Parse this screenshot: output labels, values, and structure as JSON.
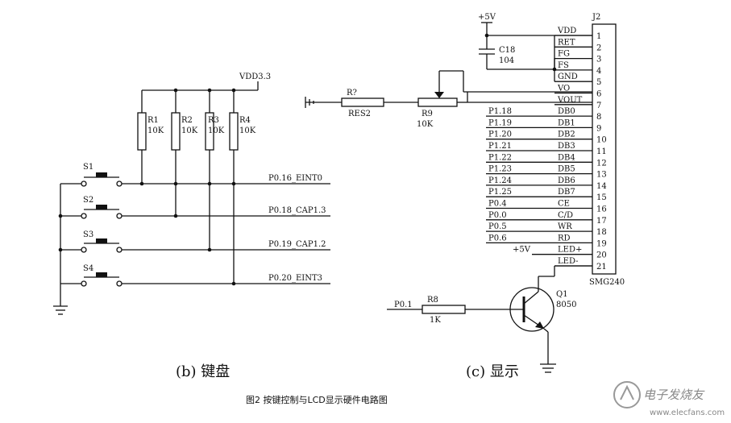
{
  "keyboard": {
    "supply": "VDD3.3",
    "resistors": [
      {
        "ref": "R1",
        "value": "10K"
      },
      {
        "ref": "R2",
        "value": "10K"
      },
      {
        "ref": "R3",
        "value": "10K"
      },
      {
        "ref": "R4",
        "value": "10K"
      }
    ],
    "switches": [
      "S1",
      "S2",
      "S3",
      "S4"
    ],
    "nets": [
      "P0.16_EINT0",
      "P0.18_CAP1.3",
      "P0.19_CAP1.2",
      "P0.20_EINT3"
    ],
    "caption": "(b) 键盘"
  },
  "lcd": {
    "supply": "+5V",
    "capacitor": {
      "ref": "C18",
      "value": "104"
    },
    "res_unknown": {
      "ref": "R?",
      "value": "RES2"
    },
    "pot": {
      "ref": "R9",
      "value": "10K"
    },
    "connector": {
      "ref": "J2",
      "part": "SMG240"
    },
    "pins": [
      {
        "num": "1",
        "name": "VDD",
        "net": ""
      },
      {
        "num": "2",
        "name": "RET",
        "net": ""
      },
      {
        "num": "3",
        "name": "FG",
        "net": ""
      },
      {
        "num": "4",
        "name": "FS",
        "net": ""
      },
      {
        "num": "5",
        "name": "GND",
        "net": ""
      },
      {
        "num": "6",
        "name": "VO",
        "net": ""
      },
      {
        "num": "7",
        "name": "VOUT",
        "net": ""
      },
      {
        "num": "8",
        "name": "DB0",
        "net": "P1.18"
      },
      {
        "num": "9",
        "name": "DB1",
        "net": "P1.19"
      },
      {
        "num": "10",
        "name": "DB2",
        "net": "P1.20"
      },
      {
        "num": "11",
        "name": "DB3",
        "net": "P1.21"
      },
      {
        "num": "12",
        "name": "DB4",
        "net": "P1.22"
      },
      {
        "num": "13",
        "name": "DB5",
        "net": "P1.23"
      },
      {
        "num": "14",
        "name": "DB6",
        "net": "P1.24"
      },
      {
        "num": "15",
        "name": "DB7",
        "net": "P1.25"
      },
      {
        "num": "16",
        "name": "CE",
        "net": "P0.4"
      },
      {
        "num": "17",
        "name": "C/D",
        "net": "P0.0"
      },
      {
        "num": "18",
        "name": "WR",
        "net": "P0.5"
      },
      {
        "num": "19",
        "name": "RD",
        "net": "P0.6"
      },
      {
        "num": "20",
        "name": "LED+",
        "net": "+5V"
      },
      {
        "num": "21",
        "name": "LED-",
        "net": ""
      }
    ],
    "transistor": {
      "ref": "Q1",
      "part": "8050"
    },
    "base_res": {
      "ref": "R8",
      "value": "1K"
    },
    "base_net": "P0.1",
    "caption": "(c) 显示"
  },
  "figure_caption": "图2 按键控制与LCD显示硬件电路图",
  "watermark": {
    "text": "电子发烧友",
    "url": "www.elecfans.com"
  }
}
